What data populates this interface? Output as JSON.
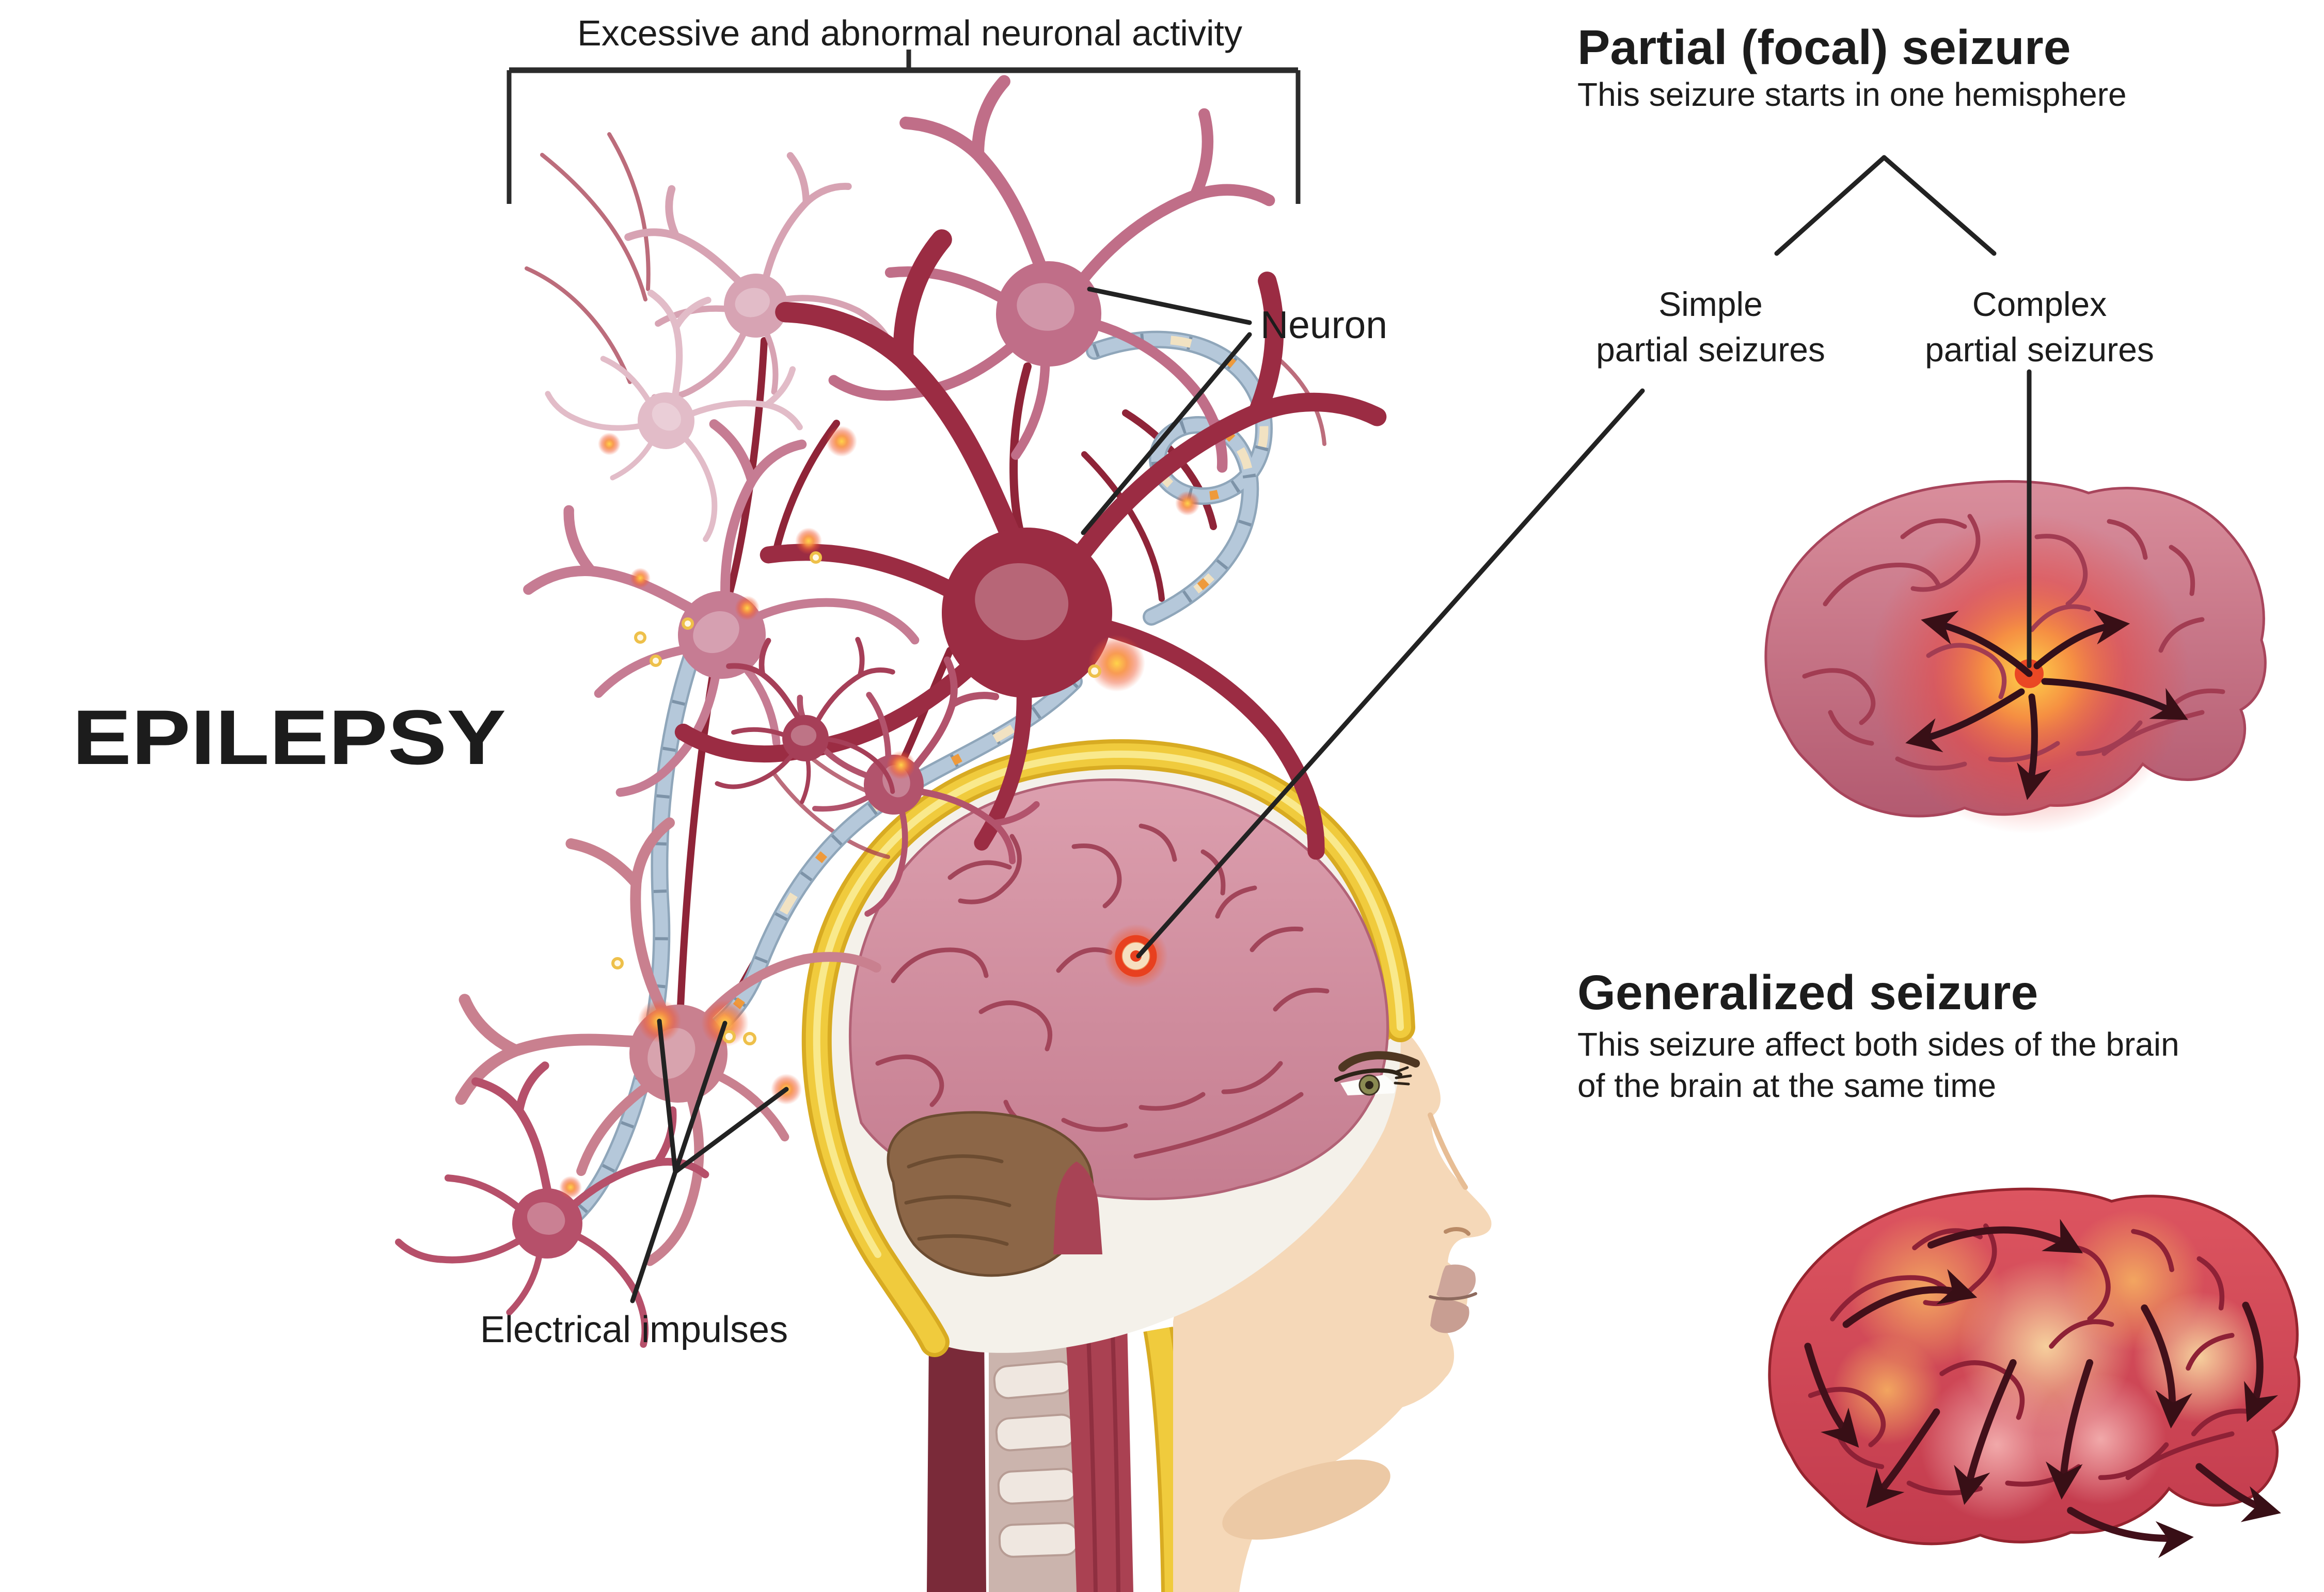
{
  "page_title": "Epilepsy infographic",
  "title": "EPILEPSY",
  "neuron_panel": {
    "activity_label": "Excessive and abnormal neuronal activity",
    "neuron_label": "Neuron",
    "impulses_label": "Electrical impulses"
  },
  "partial_panel": {
    "heading": "Partial (focal) seizure",
    "subheading": "This seizure starts in one hemisphere",
    "simple_line1": "Simple",
    "simple_line2": "partial seizures",
    "complex_line1": "Complex",
    "complex_line2": "partial seizures"
  },
  "generalized_panel": {
    "heading": "Generalized seizure",
    "subheading_line1": "This seizure affect both sides of the brain",
    "subheading_line2": "of the brain at the same time"
  },
  "colors": {
    "background": "#ffffff",
    "text": "#1c1c1c",
    "pointer_line": "#222222",
    "brain_pink": "#d792a1",
    "brain_sulci": "#a2455a",
    "partial_brain_base": "#c9677c",
    "generalized_brain_base": "#d94f5c",
    "seizure_glow_orange": "#f8913f",
    "seizure_glow_yellow": "#ffd44a",
    "seizure_focus_red": "#e83a20",
    "scalp_yellow": "#f0cb3d",
    "skin": "#f5d8b8",
    "cerebellum_brown": "#8c6647",
    "neuron_dark": "#9b2c43",
    "neuron_light": "#d7a3b3",
    "myelin_blue": "#a7bccf",
    "arrow_dark": "#380f16"
  }
}
